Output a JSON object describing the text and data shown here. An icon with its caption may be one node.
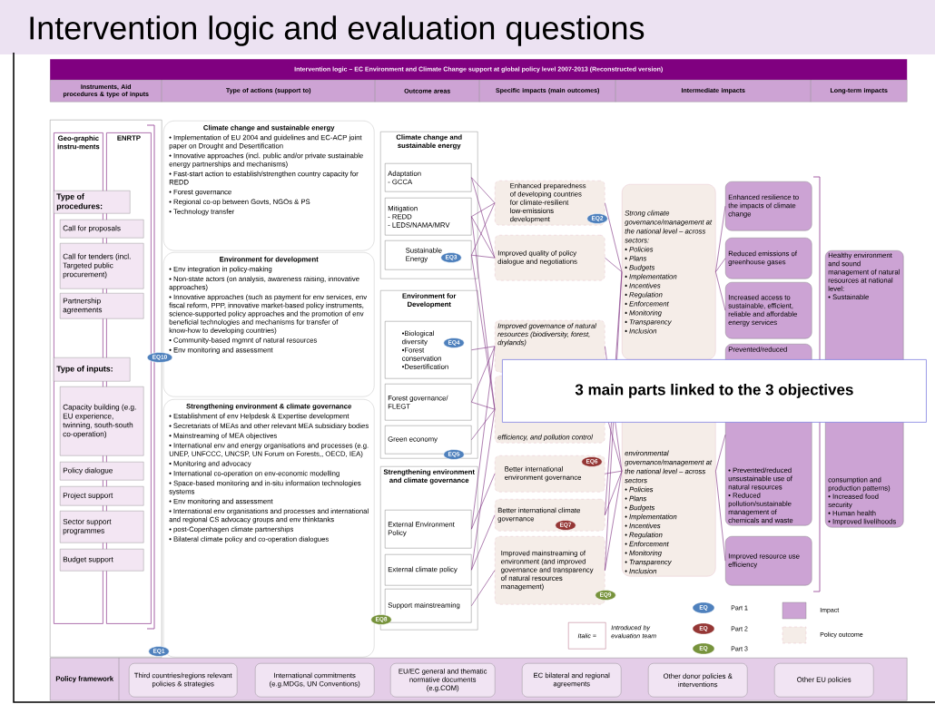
{
  "diagram": {
    "title": "Intervention logic and evaluation questions",
    "nodes": [
      {
        "text": [],
        "shape": "box"
      },
      {
        "text": [
          "Geo-graphic instru-ments"
        ],
        "in": 0
      },
      {
        "text": [
          "ENRTP"
        ],
        "in": 0
      },
      {
        "text": [
          "Type of procedures:"
        ],
        "in": 0
      },
      {
        "text": [
          "Call for proposals"
        ],
        "in": 0
      },
      {
        "text": [
          "Call for tenders (incl. Targeted public procurement)"
        ],
        "in": 0
      },
      {
        "text": [
          "Partnership agreements"
        ],
        "in": 0
      },
      {
        "text": [
          "Type of inputs:"
        ],
        "in": 0
      },
      {
        "text": [
          "Capacity building (e.g. EU experience, twinning, south-south co-operation)"
        ],
        "in": 0
      },
      {
        "text": [
          "Policy dialogue"
        ],
        "in": 0
      },
      {
        "text": [
          "Project support"
        ],
        "in": 0
      },
      {
        "text": [
          "Sector support programmes"
        ],
        "in": 0
      },
      {
        "text": [
          "Budget support"
        ],
        "in": 0
      },
      {
        "text": [
          "Climate change and sustainable energy",
          "• Implementation of EU 2004 and guidelines and EC-ACP joint paper on Drought and Desertification",
          "• Innovative approaches (incl. public and/or private sustainable energy partnerships and mechanisms)",
          "• Fast-start action to establish/strengthen country capacity for REDD",
          "• Forest governance",
          "• Regional co-op between Govts, NGOs & PS",
          "• Technology transfer"
        ]
      },
      {
        "text": [
          "Environment for development",
          "• Env integration in policy-making",
          "• Non-state actors (on analysis, awareness raising, innovative approaches)",
          "• Innovative approaches (such as payment for env services, env fiscal reform, PPP, innovative market-based policy instruments, science-supported policy approaches and the promotion of env beneficial technologies and mechanisms for transfer of know-how to developing countries)",
          "• Community-based mgmnt of natural resources",
          "• Env monitoring and assessment"
        ],
        "beside": [
          "EQ10"
        ]
      },
      {
        "text": [
          "Strengthening environment & climate governance",
          "• Establishment of env Helpdesk & Expertise development",
          "• Secretariats of MEAs and other relevant MEA subsidiary bodies",
          "• Mainstreaming of MEA objectives",
          "• International env and energy organisations and processes (e.g. UNEP, UNFCCC, UNCSP, UN Forum on Forests,, OECD, IEA)",
          "• Monitoring and advocacy",
          "• International co-operation on env-economic modelling",
          "• Space-based monitoring and in-situ information technologies systems",
          "• Env monitoring and assessment",
          "• International env organisations and processes and international and regional CS advocacy groups and env thinktanks",
          "• post-Copenhagen climate partnerships",
          "• Bilateral climate policy and co-operation dialogues"
        ],
        "beside": [
          "EQ1"
        ]
      },
      {
        "text": [
          "Climate change and sustainable energy"
        ]
      },
      {
        "text": [
          "Adaptation",
          "- GCCA"
        ],
        "in": 16
      },
      {
        "text": [
          "Mitigation",
          "- REDD",
          "- LEDS/NAMA/MRV"
        ],
        "in": 16
      },
      {
        "text": [
          "Sustainable Energy",
          "EQ3"
        ],
        "in": 16
      },
      {
        "text": [
          "Environment for Development"
        ]
      },
      {
        "text": [
          "•Biological diversity",
          "•Forest conservation",
          "•Desertification",
          "EQ4"
        ],
        "in": 20
      },
      {
        "text": [
          "Forest governance/ FLEGT"
        ],
        "in": 20
      },
      {
        "text": [
          "Green economy"
        ],
        "in": 20,
        "beside": [
          "EQ5"
        ]
      },
      {
        "text": [
          "Strengthening environment and climate governance"
        ],
        "beside": [
          "EQ8"
        ]
      },
      {
        "text": [
          "External Environment Policy"
        ],
        "in": 24
      },
      {
        "text": [
          "External climate policy"
        ],
        "in": 24
      },
      {
        "text": [
          "Support mainstreaming"
        ],
        "in": 24
      },
      {
        "text": [
          "Enhanced preparedness of developing countries for climate-resilient low-emissions development",
          "EQ2"
        ]
      },
      {
        "text": [
          "Improved quality of policy dialogue and negotiations"
        ]
      },
      {
        "text": [
          "Improved governance of natural resources (biodiversity, forest, drylands)"
        ]
      },
      {
        "text": [
          "efficiency, and pollution control"
        ]
      },
      {
        "text": [
          "Better international environment governance",
          "EQ6"
        ]
      },
      {
        "text": [
          "Better international climate governance",
          "EQ7"
        ]
      },
      {
        "text": [
          "Improved mainstreaming of environment (and improved governance and transparency of natural resources management)"
        ],
        "beside": [
          "EQ9"
        ]
      },
      {
        "text": [
          "Strong climate governance/management at the national level – across sectors:",
          "• Policies",
          "• Plans",
          "• Budgets",
          "• Implementation",
          "• Incentives",
          "• Regulation",
          "• Enforcement",
          "• Monitoring",
          "• Transparency",
          "• Inclusion"
        ]
      },
      {
        "text": [
          "environmental governance/management at the national level – across sectors",
          "• Policies",
          "• Plans",
          "• Budgets",
          "• Implementation",
          "• Incentives",
          "• Regulation",
          "• Enforcement",
          "• Monitoring",
          "• Transparency",
          "• Inclusion"
        ]
      },
      {
        "text": [
          "Enhanced resilience to the impacts of climate change"
        ]
      },
      {
        "text": [
          "Reduced emissions of greenhouse gases"
        ]
      },
      {
        "text": [
          "Increased access to sustainable, efficient, reliable and affordable energy services"
        ]
      },
      {
        "text": [
          "Prevented/reduced",
          "• Prevented/reduced unsustainable use of natural resources",
          "• Reduced pollution/sustainable management of chemicals and waste"
        ]
      },
      {
        "text": [
          "Improved resource use efficiency"
        ]
      },
      {
        "text": [
          "Healthy environment and sound management of natural resources at national level:",
          "• Sustainable",
          "consumption and production patterns)",
          "• Increased food security",
          "• Human health",
          "• Improved livelihoods"
        ]
      },
      {
        "text": [
          "Policy framework"
        ]
      },
      {
        "text": [
          "Third countries/regions relevant policies & strategies"
        ],
        "in": 43
      },
      {
        "text": [
          "International commitments (e.g.MDGs, UN Conventions)"
        ],
        "in": 43
      },
      {
        "text": [
          "EU/EC general and thematic normative documents (e.g.COM)"
        ],
        "in": 43
      },
      {
        "text": [
          "EC bilateral and regional agreements"
        ],
        "in": 43
      },
      {
        "text": [
          "Other donor policies & interventions"
        ],
        "in": 43
      },
      {
        "text": [
          "Other EU policies"
        ],
        "in": 43
      }
    ],
    "edges": [
      {
        "from": 17,
        "to": 28,
        "arrow": "none"
      },
      {
        "from": 17,
        "to": 29,
        "arrow": "none"
      },
      {
        "from": 18,
        "to": 28,
        "arrow": "none"
      },
      {
        "from": 18,
        "to": 29,
        "arrow": "none"
      },
      {
        "from": 18,
        "to": 31,
        "arrow": "none"
      },
      {
        "from": 19,
        "to": 28,
        "arrow": "none"
      },
      {
        "from": 19,
        "to": 29,
        "arrow": "none"
      },
      {
        "from": 19,
        "to": 31,
        "arrow": "none"
      },
      {
        "from": 21,
        "to": 30,
        "arrow": "none"
      },
      {
        "from": 22,
        "to": 30,
        "arrow": "none"
      },
      {
        "from": 22,
        "to": 31,
        "arrow": "none"
      },
      {
        "from": 23,
        "to": 31,
        "arrow": "none"
      },
      {
        "from": 25,
        "to": 30,
        "arrow": "none"
      },
      {
        "from": 25,
        "to": 32,
        "arrow": "none"
      },
      {
        "from": 26,
        "to": 31,
        "arrow": "none"
      },
      {
        "from": 26,
        "to": 33,
        "arrow": "none"
      },
      {
        "from": 27,
        "to": 34,
        "arrow": "none"
      },
      {
        "from": 28,
        "to": 35,
        "arrow": "none"
      },
      {
        "from": 29,
        "to": 35,
        "arrow": "none"
      },
      {
        "from": 30,
        "to": 36,
        "arrow": "none"
      },
      {
        "from": 31,
        "to": 36,
        "arrow": "none"
      },
      {
        "from": 32,
        "to": 36,
        "arrow": "none"
      },
      {
        "from": 33,
        "to": 35,
        "arrow": "none"
      },
      {
        "from": 33,
        "to": 36,
        "arrow": "none"
      },
      {
        "from": 34,
        "to": 36,
        "arrow": "none"
      },
      {
        "from": 34,
        "to": 35,
        "arrow": "none"
      },
      {
        "from": 35,
        "to": 37,
        "arrow": "none"
      },
      {
        "from": 35,
        "to": 38,
        "arrow": "none"
      },
      {
        "from": 35,
        "to": 39,
        "arrow": "none"
      },
      {
        "from": 36,
        "to": 40,
        "arrow": "none"
      },
      {
        "from": 36,
        "to": 41,
        "arrow": "none"
      }
    ],
    "labels": [
      "Intervention logic – EC Environment and Climate Change support at global policy level 2007-2013 (Reconstructed version)",
      "Instruments, Aid procedures & type of inputs",
      "Type of actions (support to)",
      "Outcome areas",
      "Specific impacts (main outcomes)",
      "Intermediate impacts",
      "Long-term impacts",
      "3 main parts linked to the 3 objectives",
      "Italic =",
      "Introduced by evaluation team",
      "EQ",
      "EQ",
      "EQ"
    ],
    "legend": [
      {
        "text": "Part 1",
        "color": "#4f81bd"
      },
      {
        "text": "Part 2",
        "color": "#953735"
      },
      {
        "text": "Part 3",
        "color": "#77933c"
      },
      {
        "text": "Impact",
        "color": "#cca3d4"
      },
      {
        "text": "Policy outcome",
        "color": "#f5ede8"
      }
    ]
  }
}
